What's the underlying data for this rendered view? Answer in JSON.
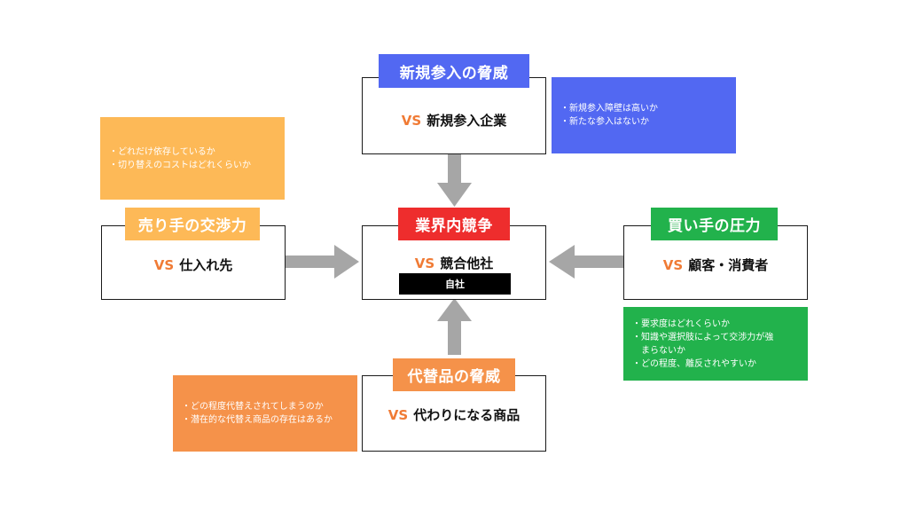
{
  "colors": {
    "blue": "#5268f2",
    "red": "#ee2d2d",
    "green": "#22b24c",
    "orange": "#f5924a",
    "yellow": "#fdb957",
    "arrow": "#a6a6a6",
    "vs": "#f07b35",
    "black": "#000000"
  },
  "vs_text": "VS",
  "new_entrants": {
    "tag": "新規参入の脅威",
    "target": "新規参入企業",
    "notes": [
      "・新規参入障壁は高いか",
      "・新たな参入はないか"
    ]
  },
  "rivalry": {
    "tag": "業界内競争",
    "target": "競合他社",
    "self_label": "自社"
  },
  "suppliers": {
    "tag": "売り手の交渉力",
    "target": "仕入れ先",
    "notes": [
      "・どれだけ依存しているか",
      "・切り替えのコストはどれくらいか"
    ]
  },
  "buyers": {
    "tag": "買い手の圧力",
    "target": "顧客・消費者",
    "notes": [
      "・要求度はどれくらいか",
      "・知識や選択肢によって交渉力が強",
      "まらないか",
      "・どの程度、離反されやすいか"
    ]
  },
  "substitutes": {
    "tag": "代替品の脅威",
    "target": "代わりになる商品",
    "notes": [
      "・どの程度代替えされてしまうのか",
      "・潜在的な代替え商品の存在はあるか"
    ]
  }
}
